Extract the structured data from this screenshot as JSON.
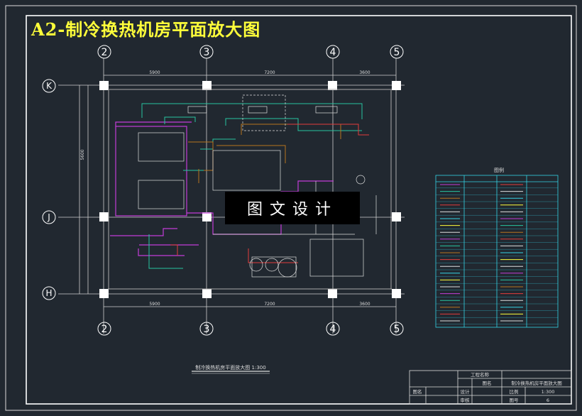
{
  "drawing": {
    "title": "A2-制冷换热机房平面放大图",
    "watermark": "图文设计",
    "caption": "制冷换热机房平面放大图 1:300",
    "grid_columns": [
      "2",
      "3",
      "4",
      "5"
    ],
    "grid_rows": [
      "K",
      "J",
      "H"
    ],
    "dimensions": [
      "5900",
      "7200",
      "3600"
    ],
    "vertical_dimension": "5600",
    "legend_title": "图例"
  },
  "title_block": {
    "project": "工程名称",
    "drawing_name_label": "图名",
    "drawing_name": "制冷换热机房平面放大图",
    "scale_label": "比例",
    "scale": "1:300",
    "sheet_label": "图号",
    "sheet": "6",
    "design_label": "设计",
    "review_label": "审核",
    "drawn_label": "图名"
  },
  "colors": {
    "background": "#212830",
    "frame": "#ffffff",
    "title": "#ffff3a",
    "pipe_magenta": "#c23cd8",
    "pipe_green": "#27c5a0",
    "pipe_brown": "#b8741e",
    "pipe_red": "#e23b3b",
    "legend_cyan": "#35d4e6"
  }
}
